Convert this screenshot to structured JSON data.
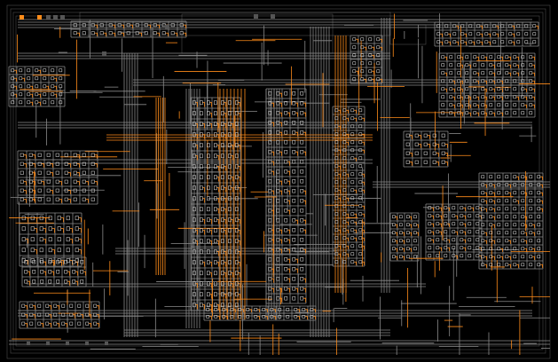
{
  "diagram": {
    "type": "logic-circuit-schematic",
    "background": "#000000",
    "wire_color": "#8a8a8a",
    "active_wire_color": "#ff8c1a",
    "gate_color": "#c8c8c8",
    "io_on_color": "#ff8c1a",
    "io_off_color": "#555555",
    "modules": [
      {
        "id": "input-switch-row",
        "type": "input-switches"
      },
      {
        "id": "register-bank-top",
        "type": "register"
      },
      {
        "id": "left-decoder",
        "type": "decoder"
      },
      {
        "id": "left-adder-array",
        "type": "adder"
      },
      {
        "id": "left-latch-array",
        "type": "latch"
      },
      {
        "id": "output-lamp-row-bottom-left",
        "type": "output-lamps"
      },
      {
        "id": "central-bus-column-1",
        "type": "bus"
      },
      {
        "id": "central-bus-column-2",
        "type": "bus"
      },
      {
        "id": "central-mux-grid",
        "type": "multiplexer"
      },
      {
        "id": "top-right-register-grid",
        "type": "register"
      },
      {
        "id": "right-control-block",
        "type": "control-logic"
      },
      {
        "id": "right-memory-grid",
        "type": "memory"
      },
      {
        "id": "bottom-gate-row",
        "type": "gate-row"
      }
    ]
  }
}
